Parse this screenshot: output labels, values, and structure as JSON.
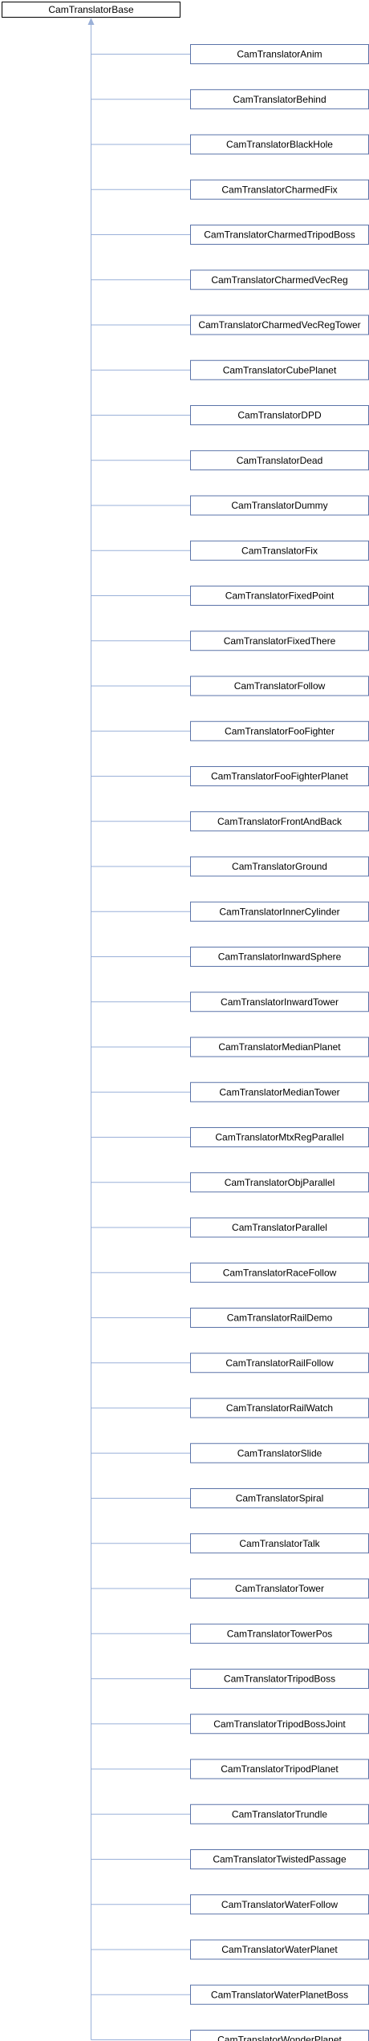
{
  "base_class": "CamTranslatorBase",
  "derived_classes": [
    "CamTranslatorAnim",
    "CamTranslatorBehind",
    "CamTranslatorBlackHole",
    "CamTranslatorCharmedFix",
    "CamTranslatorCharmedTripodBoss",
    "CamTranslatorCharmedVecReg",
    "CamTranslatorCharmedVecRegTower",
    "CamTranslatorCubePlanet",
    "CamTranslatorDPD",
    "CamTranslatorDead",
    "CamTranslatorDummy",
    "CamTranslatorFix",
    "CamTranslatorFixedPoint",
    "CamTranslatorFixedThere",
    "CamTranslatorFollow",
    "CamTranslatorFooFighter",
    "CamTranslatorFooFighterPlanet",
    "CamTranslatorFrontAndBack",
    "CamTranslatorGround",
    "CamTranslatorInnerCylinder",
    "CamTranslatorInwardSphere",
    "CamTranslatorInwardTower",
    "CamTranslatorMedianPlanet",
    "CamTranslatorMedianTower",
    "CamTranslatorMtxRegParallel",
    "CamTranslatorObjParallel",
    "CamTranslatorParallel",
    "CamTranslatorRaceFollow",
    "CamTranslatorRailDemo",
    "CamTranslatorRailFollow",
    "CamTranslatorRailWatch",
    "CamTranslatorSlide",
    "CamTranslatorSpiral",
    "CamTranslatorTalk",
    "CamTranslatorTower",
    "CamTranslatorTowerPos",
    "CamTranslatorTripodBoss",
    "CamTranslatorTripodBossJoint",
    "CamTranslatorTripodPlanet",
    "CamTranslatorTrundle",
    "CamTranslatorTwistedPassage",
    "CamTranslatorWaterFollow",
    "CamTranslatorWaterPlanet",
    "CamTranslatorWaterPlanetBoss",
    "CamTranslatorWonderPlanet"
  ],
  "colors": {
    "base_border": "#000000",
    "child_border": "#5a73a8",
    "connector": "#9ab0d8",
    "text": "#000000",
    "background": "#ffffff"
  }
}
